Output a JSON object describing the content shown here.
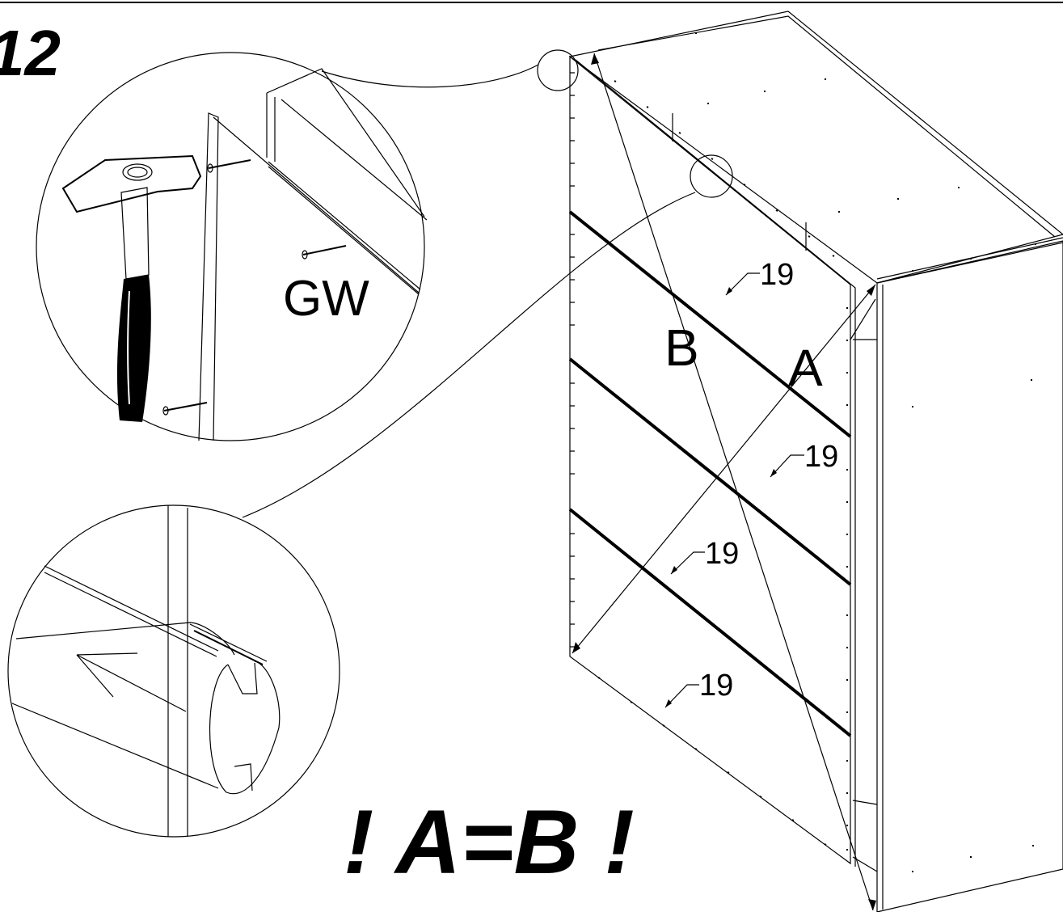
{
  "step": {
    "number": "12"
  },
  "labels": {
    "corner_a": "A",
    "corner_b": "B",
    "nail_code": "GW",
    "part_numbers": [
      "19",
      "19",
      "19",
      "19"
    ]
  },
  "note": {
    "equation": "! A=B !"
  },
  "icons": [
    "hammer-icon",
    "nail-icon",
    "arrow-icon"
  ],
  "colors": {
    "line": "#000000",
    "background": "#ffffff"
  }
}
